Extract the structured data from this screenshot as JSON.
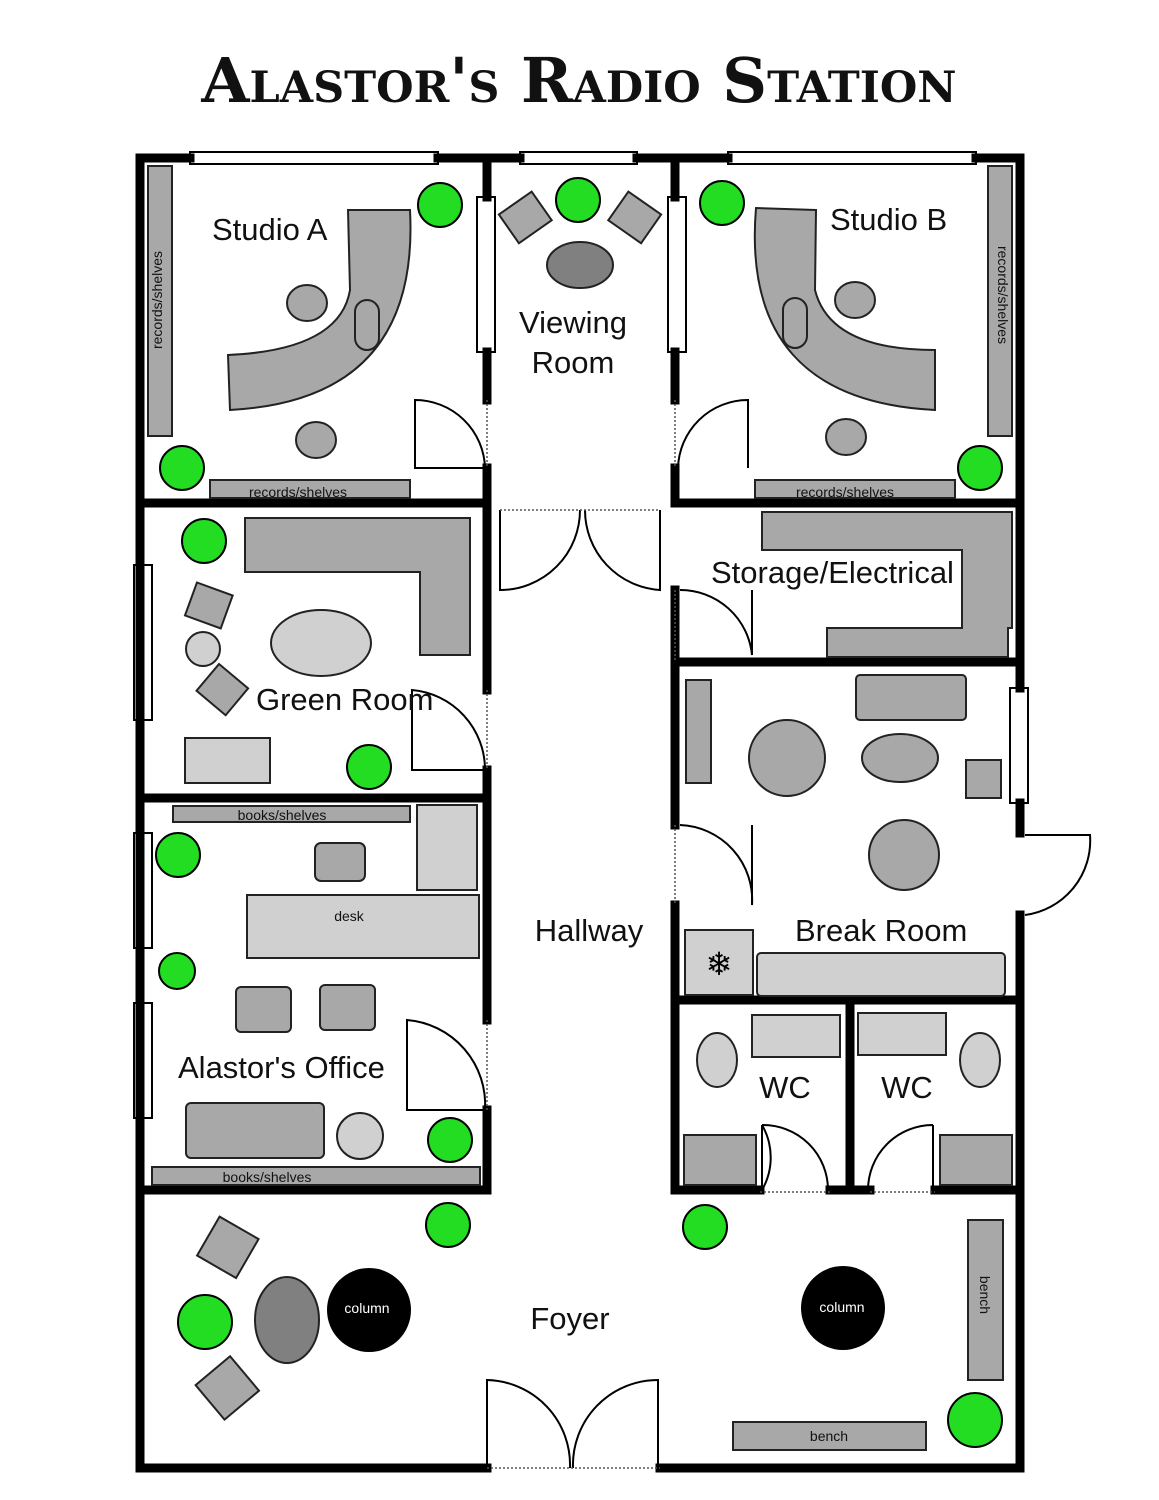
{
  "title": "Alastor's Radio Station",
  "rooms": {
    "studio_a": "Studio A",
    "viewing_1": "Viewing",
    "viewing_2": "Room",
    "studio_b": "Studio B",
    "green_room": "Green Room",
    "office": "Alastor's Office",
    "hallway": "Hallway",
    "storage": "Storage/Electrical",
    "break_room": "Break Room",
    "wc_left": "WC",
    "wc_right": "WC",
    "foyer": "Foyer"
  },
  "labels": {
    "records_shelves": "records/shelves",
    "books_shelves": "books/shelves",
    "desk": "desk",
    "column": "column",
    "bench": "bench"
  },
  "colors": {
    "plant": "#22dd22",
    "furniture": "#a8a8a8",
    "wall": "#000000"
  }
}
